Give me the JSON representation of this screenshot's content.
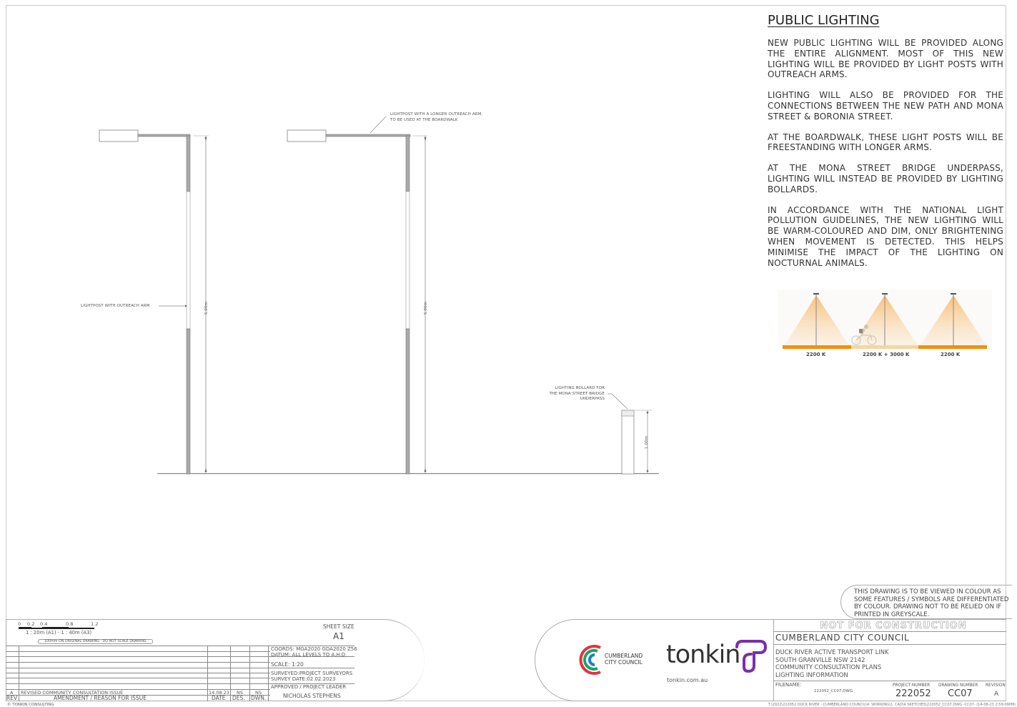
{
  "notes": {
    "title": "PUBLIC LIGHTING",
    "paragraphs": [
      "NEW PUBLIC LIGHTING WILL BE PROVIDED ALONG THE ENTIRE ALIGNMENT. MOST OF THIS NEW LIGHTING WILL BE PROVIDED BY LIGHT POSTS WITH OUTREACH ARMS.",
      "LIGHTING WILL ALSO BE PROVIDED FOR THE CONNECTIONS BETWEEN THE NEW PATH AND MONA STREET & BORONIA STREET.",
      "AT THE BOARDWALK, THESE LIGHT POSTS WILL BE FREESTANDING WITH LONGER ARMS.",
      "AT THE MONA STREET BRIDGE UNDERPASS, LIGHTING WILL INSTEAD BE PROVIDED BY LIGHTING BOLLARDS.",
      "IN ACCORDANCE WITH THE NATIONAL LIGHT POLLUTION GUIDELINES, THE NEW LIGHTING WILL BE WARM-COLOURED AND DIM, ONLY BRIGHTENING WHEN MOVEMENT IS DETECTED. THIS HELPS MINIMISE THE IMPACT OF THE LIGHTING ON NOCTURNAL ANIMALS."
    ],
    "diagram": {
      "labels": [
        "2200 K",
        "2200 K + 3000 K",
        "2200 K"
      ],
      "colors": {
        "warm": "#f0900f",
        "mixed": "#f7d4a0",
        "cone": "#f6c27a"
      }
    }
  },
  "drawing": {
    "post1_label": "LIGHTPOST WITH OUTREACH ARM",
    "post1_dim": "5.00m",
    "post2_label_line1": "LIGHTPOST WITH A LONGER OUTREACH ARM.",
    "post2_label_line2": "TO BE USED AT THE BOARDWALK",
    "post2_dim": "5.00m",
    "bollard_label_line1": "LIGHTING BOLLARD FOR",
    "bollard_label_line2": "THE MONA STREET BRIDGE",
    "bollard_label_line3": "UNDERPASS",
    "bollard_dim": "1.00m"
  },
  "warning": "THIS DRAWING IS TO BE VIEWED IN COLOUR AS SOME FEATURES / SYMBOLS ARE DIFFERENTIATED BY COLOUR. DRAWING NOT TO BE RELIED ON IF PRINTED IN GREYSCALE.",
  "titleblock": {
    "scale_ticks": [
      "0",
      "0.2",
      "0.4",
      "0.8",
      "1.2"
    ],
    "scale_text": "1 : 20m (A1) - 1 : 40m (A3)",
    "scale_note": "100mm ON ORIGINAL DRAWING : DO NOT SCALE DRAWING",
    "revision_rows": [
      {
        "rev": "A",
        "amendment": "REVISED COMMUNITY CONSULTATION ISSUE",
        "date": "14.08.23",
        "des": "NS",
        "dwn": "NS"
      }
    ],
    "headers": {
      "rev": "REV",
      "amendment": "AMENDMENT /  REASON FOR ISSUE",
      "date": "DATE",
      "des": "DES.",
      "dwn": "DWN."
    },
    "copyright": "© TONKIN CONSULTING",
    "sheet_size_label": "SHEET SIZE",
    "sheet_size": "A1",
    "coords": "COORDS: MGA2020 GDA2020 Z56",
    "datum": "DATUM: ALL LEVELS TO A.H.D",
    "scale": "SCALE: 1:20",
    "surveyed": "SURVEYED:PROJECT SURVEYORS",
    "survey_date": "SURVEY DATE:02.02.2023",
    "approved_label": "APPROVED / PROJECT LEADER",
    "approved_name": "NICHOLAS STEPHENS",
    "council_logo_line1": "CUMBERLAND",
    "council_logo_line2": "CITY COUNCIL",
    "tonkin_logo": "tonkin",
    "tonkin_url": "tonkin.com.au",
    "not_for_construction": "NOT FOR CONSTRUCTION",
    "client": "CUMBERLAND CITY COUNCIL",
    "project_lines": [
      "DUCK RIVER ACTIVE TRANSPORT LINK",
      "SOUTH GRANVILLE NSW 2142",
      "COMMUNITY CONSULTATION PLANS",
      "LIGHTING INFORMATION"
    ],
    "filename_label": "FILENAME:",
    "filename": "222052_CC07.DWG",
    "project_number_label": "PROJECT NUMBER",
    "project_number": "222052",
    "drawing_number_label": "DRAWING NUMBER",
    "drawing_number": "CC07",
    "revision_label": "REVISION",
    "revision": "A",
    "path": "T:\\2022\\222052 DUCK RIVER - CUMBERLAND COUNCIL\\4. WORKING\\1. CAD\\4 SKETCHES\\222052_CC07.DWG -CC07- (14-08-23 2:59:09PM)"
  }
}
